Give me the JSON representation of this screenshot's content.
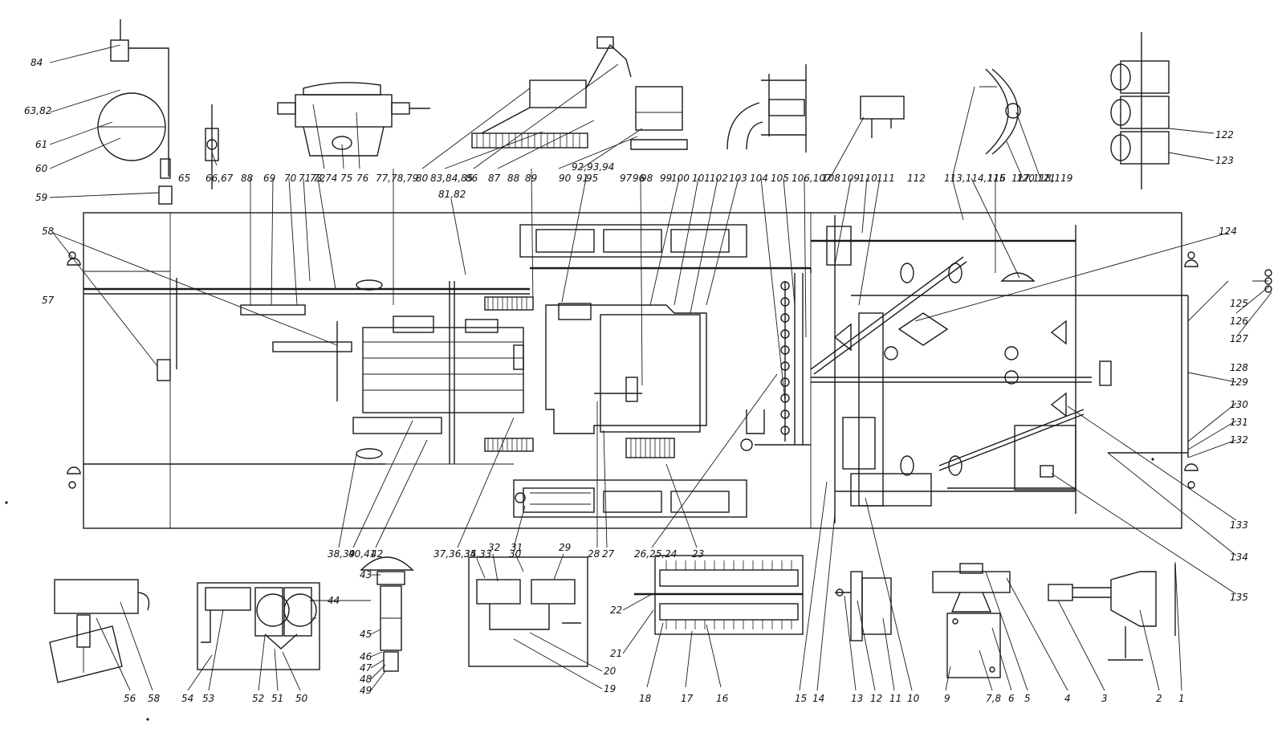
{
  "callouts": [
    "84",
    "63,82",
    "61",
    "60",
    "59",
    "65",
    "66,67",
    "73,74",
    "75",
    "76",
    "77,78,79",
    "80",
    "83,84,85",
    "86",
    "87",
    "88",
    "89",
    "90",
    "91",
    "92,93,94",
    "95",
    "97",
    "98",
    "99",
    "81,82",
    "100",
    "101",
    "102",
    "103",
    "104",
    "105",
    "106,107",
    "108",
    "109",
    "110",
    "111",
    "112",
    "113,114,115",
    "116",
    "117,118,119",
    "120",
    "121",
    "122",
    "123",
    "88",
    "69",
    "70",
    "71",
    "72",
    "96",
    "58",
    "57",
    "124",
    "125",
    "126",
    "127",
    "128",
    "129",
    "130",
    "131",
    "132",
    "133",
    "134",
    "135",
    "38,39",
    "40,41",
    "42",
    "37,36,35",
    "30",
    "28",
    "27",
    "26,25,24",
    "23",
    "15",
    "14",
    "13",
    "12",
    "11",
    "10",
    "9",
    "7,8",
    "6",
    "5",
    "4",
    "3",
    "2",
    "1",
    "56",
    "58",
    "54",
    "53",
    "52",
    "51",
    "50",
    "49",
    "48",
    "47",
    "46",
    "45",
    "44",
    "43",
    "34,33",
    "32",
    "31",
    "29",
    "20",
    "19",
    "22",
    "21",
    "18",
    "17",
    "16"
  ]
}
